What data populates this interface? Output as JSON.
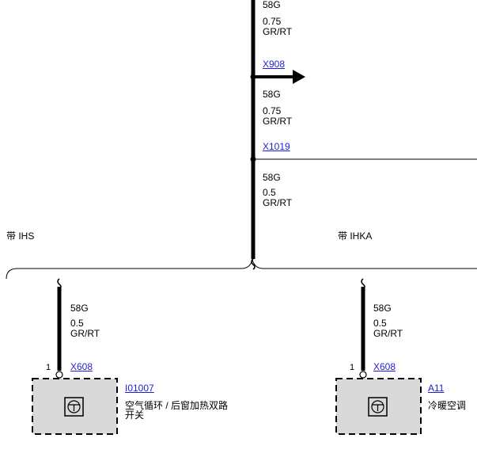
{
  "main_wire": {
    "segments": [
      {
        "code": "58G",
        "size": "0.75",
        "color": "GR/RT"
      },
      {
        "code": "58G",
        "size": "0.75",
        "color": "GR/RT"
      },
      {
        "code": "58G",
        "size": "0.5",
        "color": "GR/RT"
      }
    ],
    "connectors": [
      "X908",
      "X1019"
    ]
  },
  "branches": [
    {
      "condition": "带 IHS",
      "wire": {
        "code": "58G",
        "size": "0.5",
        "color": "GR/RT"
      },
      "pin": "1",
      "connector": "X608",
      "component": {
        "id": "I01007",
        "name_line1": "空气循环 / 后窗加热双路",
        "name_line2": "开关"
      }
    },
    {
      "condition": "带 IHKA",
      "wire": {
        "code": "58G",
        "size": "0.5",
        "color": "GR/RT"
      },
      "pin": "1",
      "connector": "X608",
      "component": {
        "id": "A11",
        "name_line1": "冷暖空调"
      }
    }
  ],
  "colors": {
    "wire": "#000000",
    "link": "#1f1fd6",
    "component_fill": "#d9d9d9"
  }
}
